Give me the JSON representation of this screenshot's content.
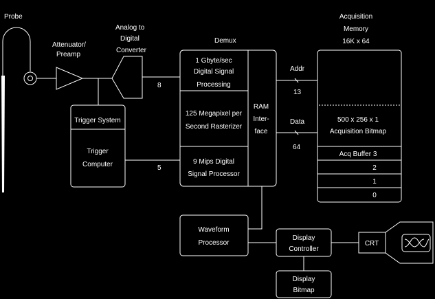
{
  "labels": {
    "probe": "Probe",
    "attenuator_1": "Attenuator/",
    "attenuator_2": "Preamp",
    "adc_1": "Analog  to",
    "adc_2": "Digital",
    "adc_3": "Converter",
    "demux": "Demux",
    "acq_1": "Acquisition",
    "acq_2": "Memory",
    "acq_3": "16K  x 64",
    "dsp_1": "1 Gbyte/sec",
    "dsp_2": "Digital Signal",
    "dsp_3": "Processing",
    "rast_1": "125  Megapixel  per",
    "rast_2": "Second Rasterizer",
    "mips_1": "9 Mips Digital",
    "mips_2": "Signal Processor",
    "ram_1": "RAM",
    "ram_2": "Inter-",
    "ram_3": "face",
    "addr": "Addr",
    "addr_bits": "13",
    "data": "Data",
    "data_bits": "64",
    "bitmap_1": "500  x 256  x  1",
    "bitmap_2": "Acquisition  Bitmap",
    "buf3": "Acq Buffer 3",
    "buf2": "2",
    "buf1": "1",
    "buf0": "0",
    "trig_sys": "Trigger System",
    "trig_comp_1": "Trigger",
    "trig_comp_2": "Computer",
    "bus_8": "8",
    "bus_5": "5",
    "wfp_1": "Waveform",
    "wfp_2": "Processor",
    "dc_1": "Display",
    "dc_2": "Controller",
    "db_1": "Display",
    "db_2": "Bitmap",
    "crt": "CRT"
  }
}
